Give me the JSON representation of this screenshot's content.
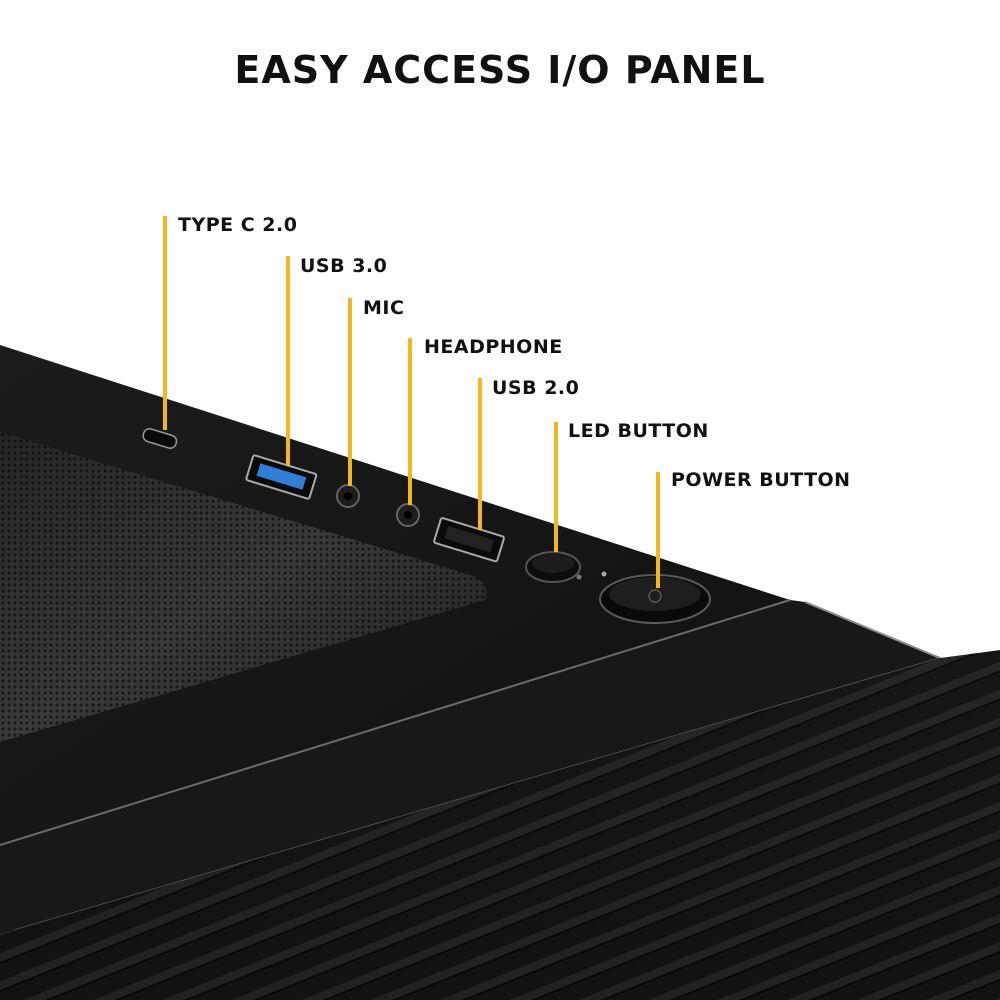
{
  "title": "EASY ACCESS I/O PANEL",
  "accent_color": "#F2B61F",
  "callouts": [
    {
      "label": "TYPE C 2.0"
    },
    {
      "label": "USB 3.0"
    },
    {
      "label": "MIC"
    },
    {
      "label": "HEADPHONE"
    },
    {
      "label": "USB 2.0"
    },
    {
      "label": "LED BUTTON"
    },
    {
      "label": "POWER BUTTON"
    }
  ]
}
